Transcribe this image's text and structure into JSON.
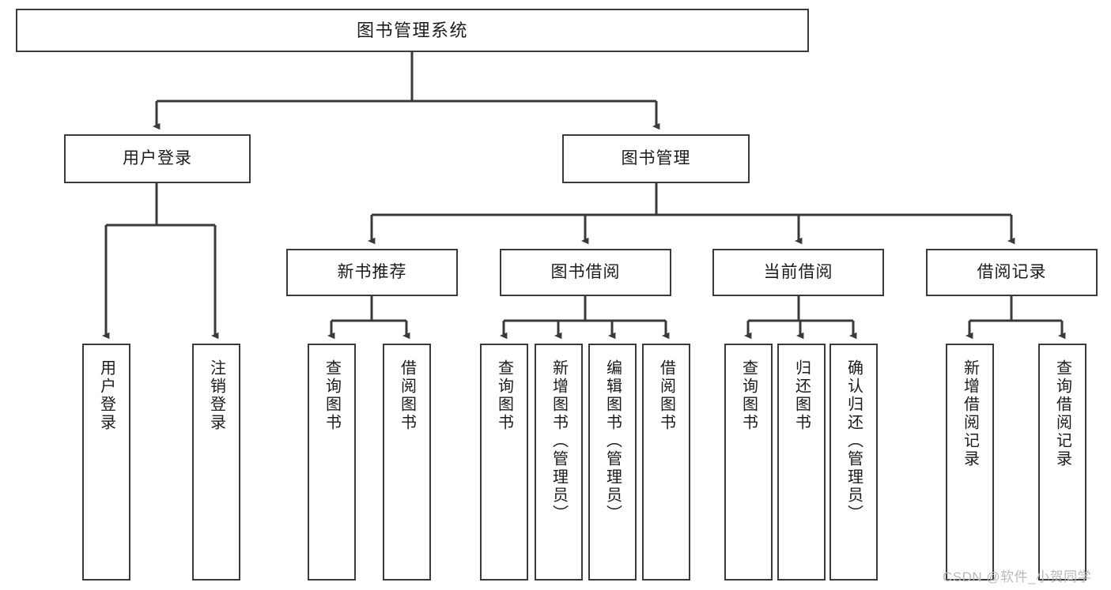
{
  "diagram": {
    "title": "图书管理系统",
    "type": "hierarchy-tree",
    "root": {
      "label": "图书管理系统"
    },
    "level2": [
      {
        "id": "user-login",
        "label": "用户登录"
      },
      {
        "id": "book-management",
        "label": "图书管理"
      }
    ],
    "level3": [
      {
        "id": "new-book-recommend",
        "label": "新书推荐"
      },
      {
        "id": "book-borrow",
        "label": "图书借阅"
      },
      {
        "id": "current-borrow",
        "label": "当前借阅"
      },
      {
        "id": "borrow-record",
        "label": "借阅记录"
      }
    ],
    "leaves": {
      "user_login": [
        {
          "id": "leaf-user-login",
          "label": "用户登录"
        },
        {
          "id": "leaf-logout-login",
          "label": "注销登录"
        }
      ],
      "new_book_recommend": [
        {
          "id": "leaf-query-book-1",
          "label": "查询图书"
        },
        {
          "id": "leaf-borrow-book-1",
          "label": "借阅图书"
        }
      ],
      "book_borrow": [
        {
          "id": "leaf-query-book-2",
          "label": "查询图书"
        },
        {
          "id": "leaf-add-book",
          "label": "新增图书（管理员）"
        },
        {
          "id": "leaf-edit-book",
          "label": "编辑图书（管理员）"
        },
        {
          "id": "leaf-borrow-book-2",
          "label": "借阅图书"
        }
      ],
      "current_borrow": [
        {
          "id": "leaf-query-book-3",
          "label": "查询图书"
        },
        {
          "id": "leaf-return-book",
          "label": "归还图书"
        },
        {
          "id": "leaf-confirm-return",
          "label": "确认归还（管理员）"
        }
      ],
      "borrow_record": [
        {
          "id": "leaf-add-borrow-record",
          "label": "新增借阅记录"
        },
        {
          "id": "leaf-query-borrow-record",
          "label": "查询借阅记录"
        }
      ]
    }
  },
  "watermark": {
    "text": "CSDN @软件_小贺同学"
  },
  "colors": {
    "border": "#3a3a3a",
    "background": "#ffffff",
    "text": "#1b1b1b",
    "watermark": "#b9b9b9"
  }
}
